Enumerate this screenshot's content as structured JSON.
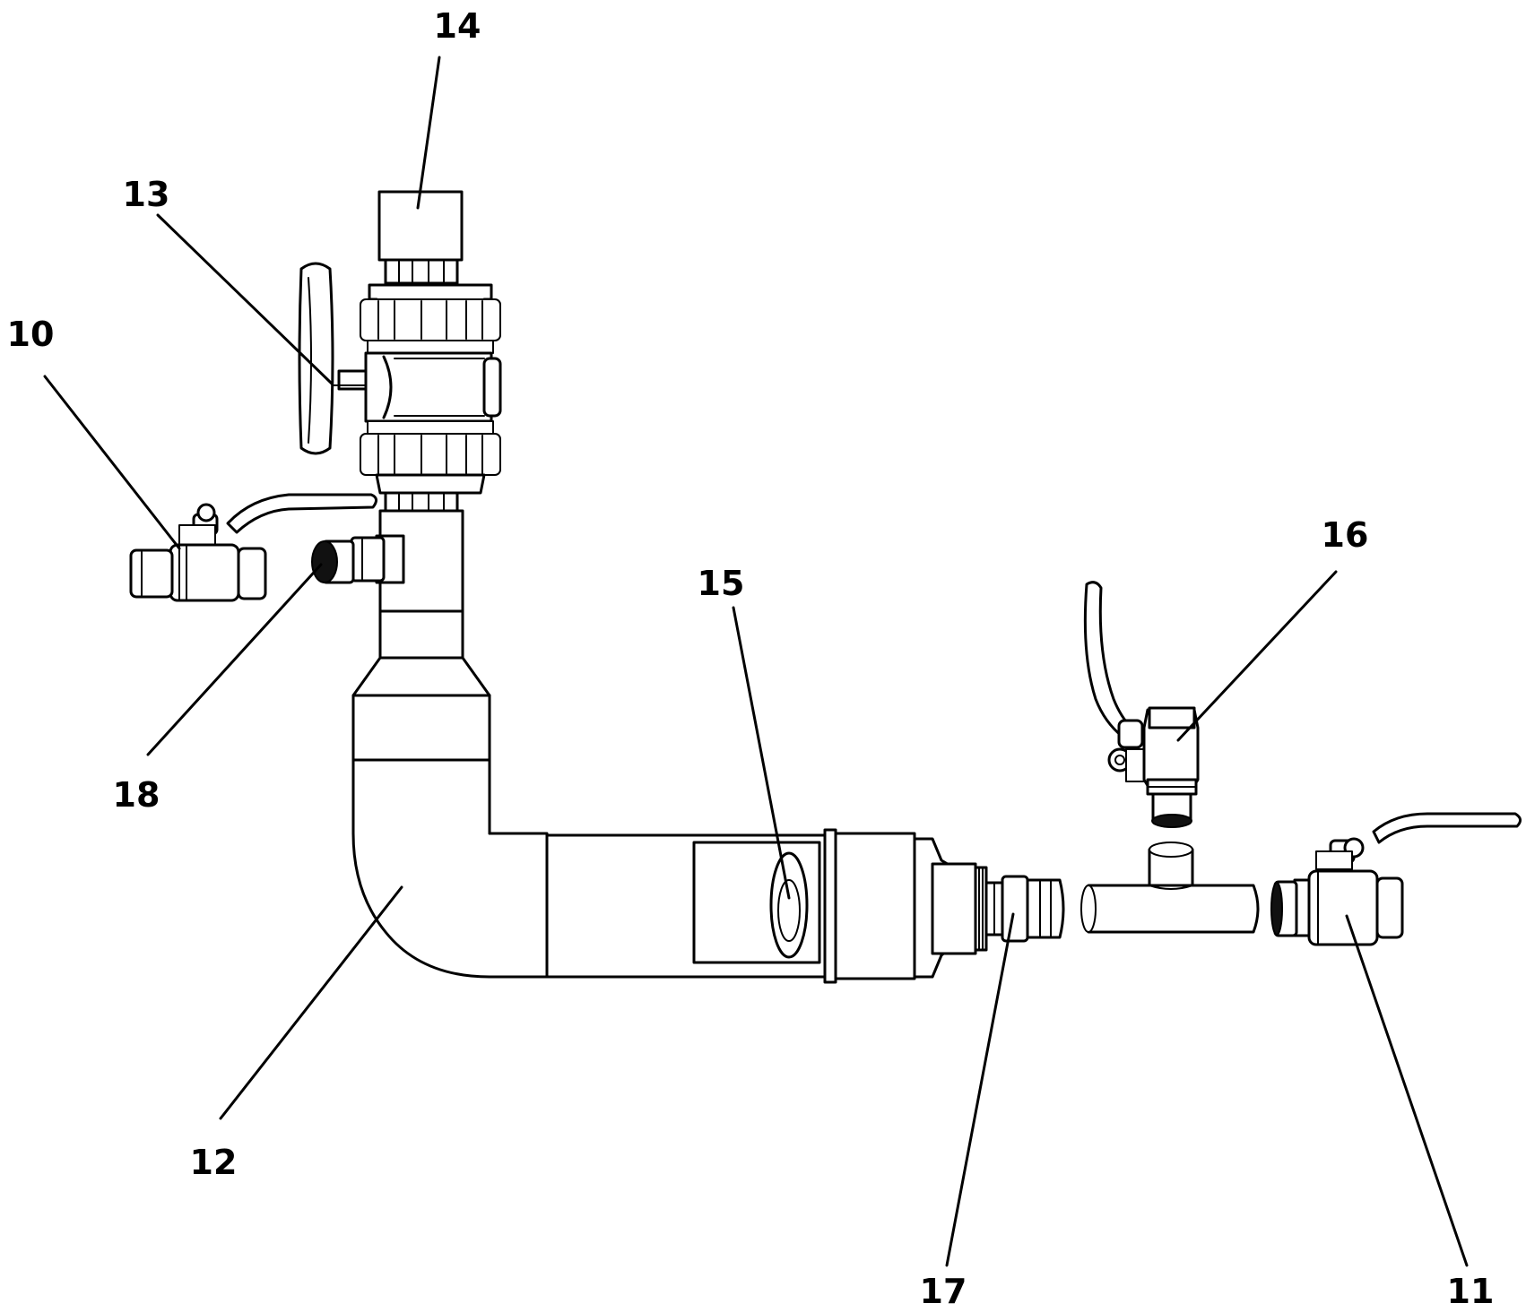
{
  "figure": {
    "labels": {
      "l10": "10",
      "l11": "11",
      "l12": "12",
      "l13": "13",
      "l14": "14",
      "l15": "15",
      "l16": "16",
      "l17": "17",
      "l18": "18"
    }
  }
}
